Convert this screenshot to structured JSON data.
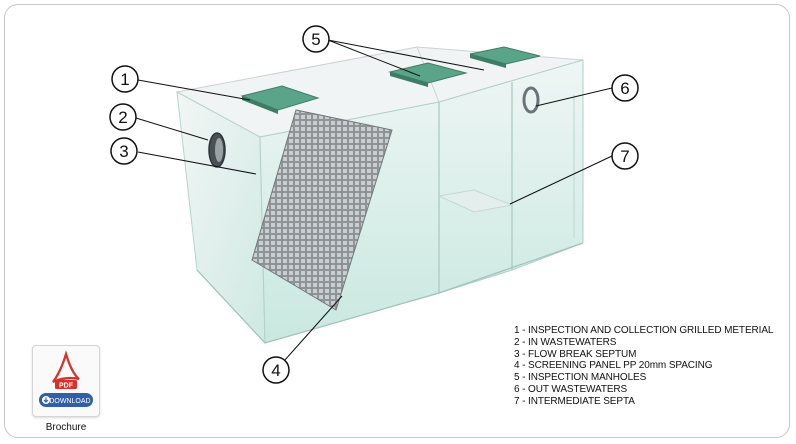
{
  "callouts": [
    {
      "num": "1"
    },
    {
      "num": "2"
    },
    {
      "num": "3"
    },
    {
      "num": "4"
    },
    {
      "num": "5"
    },
    {
      "num": "6"
    },
    {
      "num": "7"
    }
  ],
  "legend": [
    "1 - INSPECTION AND COLLECTION GRILLED METERIAL",
    "2 - IN WASTEWATERS",
    "3 - FLOW BREAK SEPTUM",
    "4 - SCREENING PANEL PP 20mm SPACING",
    "5 - INSPECTION MANHOLES",
    "6 - OUT WASTEWATERS",
    "7 - INTERMEDIATE SEPTA"
  ],
  "brochure": {
    "pdf_text": "PDF",
    "download_label": "DOWNLOAD",
    "caption": "Brochure",
    "icon": "pdf-icon"
  },
  "colors": {
    "glass": "#d8ece8",
    "manhole": "#5aa58a",
    "pdf_red": "#d9302a",
    "download_blue": "#2f5fa6"
  }
}
